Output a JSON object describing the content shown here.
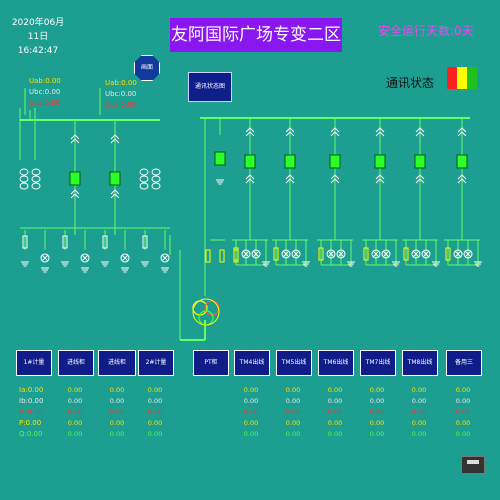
{
  "header": {
    "date": "2020年06月11日",
    "time": "16:42:47",
    "title": "友阿国际广场专变二区",
    "safe_days": "安全运行天数:0天",
    "comm_status_label": "通讯状态",
    "status_colors": [
      "#ff2020",
      "#ffff00",
      "#20c020"
    ]
  },
  "controls": {
    "oct_button": "画面",
    "comm_button": "通讯状态图"
  },
  "voltage_left": [
    "Uab:0.00",
    "Ubc:0.00",
    "Uca:0.00"
  ],
  "voltage_right": [
    "Uab:0.00",
    "Ubc:0.00",
    "Uca:0.00"
  ],
  "panel_labels": [
    "1#计量",
    "进线柜",
    "进线柜",
    "2#计量",
    "PT柜",
    "TM4出线",
    "TM5出线",
    "TM6出线",
    "TM7出线",
    "TM8出线",
    "备用三"
  ],
  "row_labels": [
    "Ia:0.00",
    "Ib:0.00",
    "Ic:0.00",
    "P:0.00",
    "Q:0.00"
  ],
  "values": [
    "0.00",
    "0.00",
    "0.00",
    "0.00",
    "0.00"
  ],
  "colors": {
    "background": "#1c9e91",
    "line": "#64ff64",
    "title_bg": "#8a16f0",
    "button_bg": "#101c88"
  }
}
